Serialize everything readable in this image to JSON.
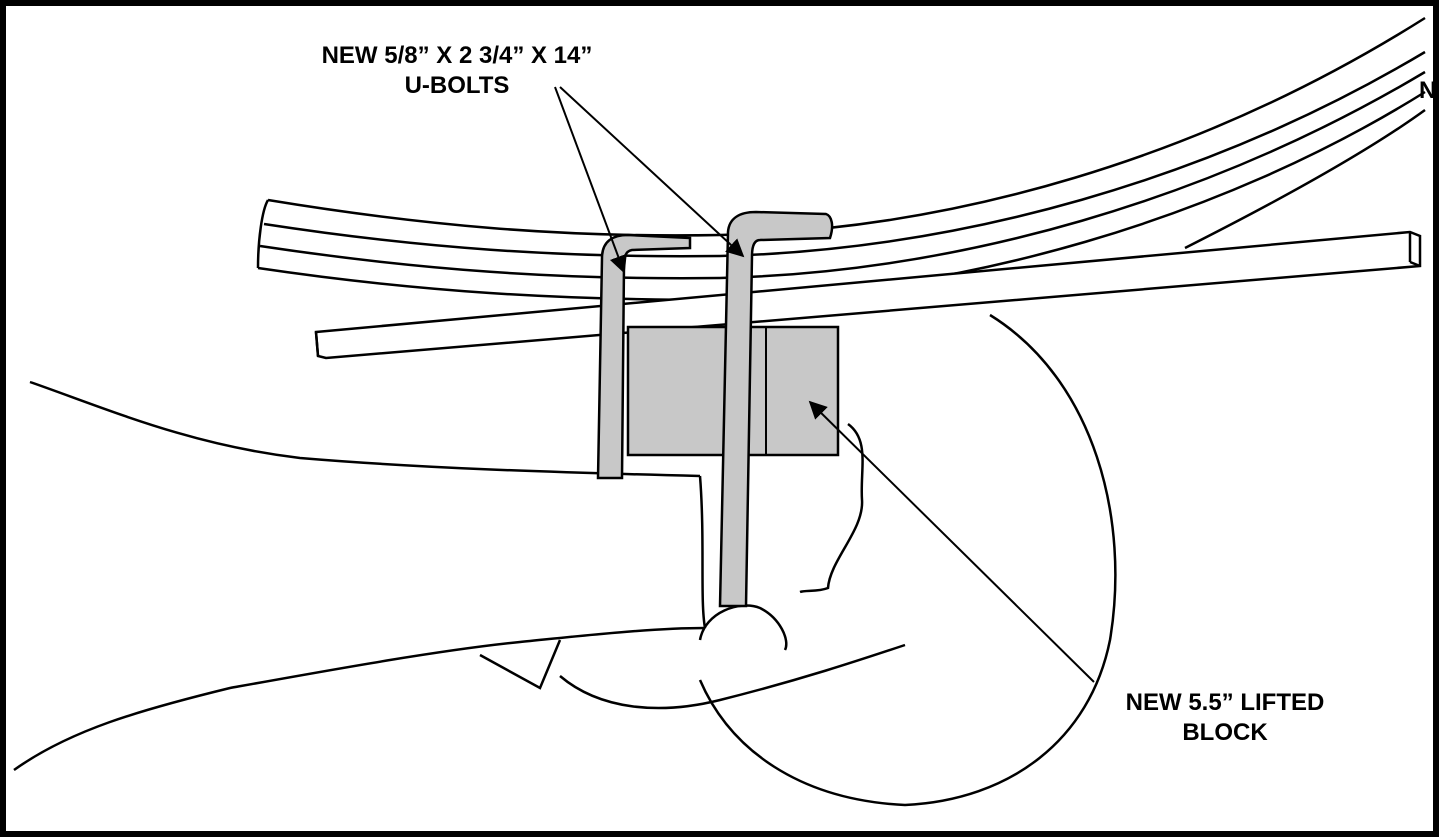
{
  "callouts": {
    "ubolts": {
      "line1": "NEW 5/8” X 2 3/4” X 14”",
      "line2": "U-BOLTS"
    },
    "block": {
      "line1": "NEW 5.5” LIFTED",
      "line2": "BLOCK"
    },
    "cropped_edge_text": "N"
  },
  "colors": {
    "ink": "#000000",
    "part_fill": "#c8c8c8",
    "paper": "#ffffff"
  }
}
